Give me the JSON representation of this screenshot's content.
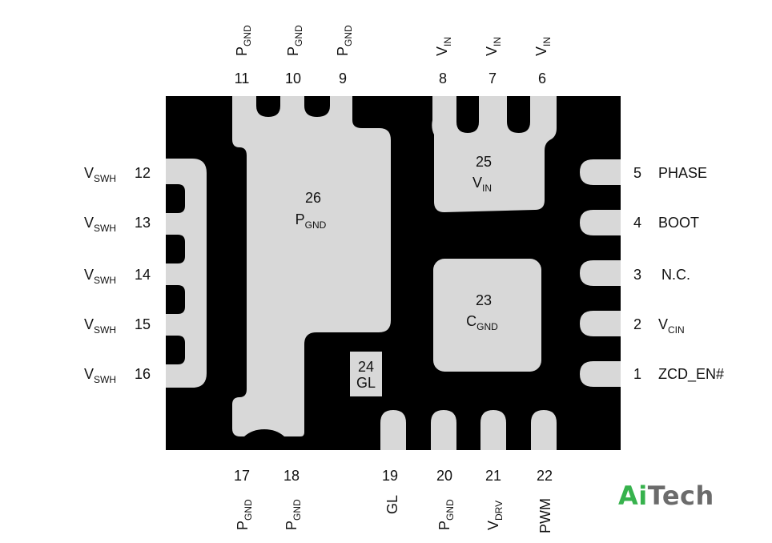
{
  "colors": {
    "body": "#000000",
    "pad": "#d8d8d8",
    "logo_ai": "#37b24d",
    "logo_tech": "#6b6b6b"
  },
  "top_pins": [
    {
      "num": "11",
      "base": "P",
      "sub": "GND"
    },
    {
      "num": "10",
      "base": "P",
      "sub": "GND"
    },
    {
      "num": "9",
      "base": "P",
      "sub": "GND"
    },
    {
      "num": "8",
      "base": "V",
      "sub": "IN"
    },
    {
      "num": "7",
      "base": "V",
      "sub": "IN"
    },
    {
      "num": "6",
      "base": "V",
      "sub": "IN"
    }
  ],
  "bottom_pins": [
    {
      "num": "17",
      "base": "P",
      "sub": "GND"
    },
    {
      "num": "18",
      "base": "P",
      "sub": "GND"
    },
    {
      "num": "19",
      "base": "GL",
      "sub": ""
    },
    {
      "num": "20",
      "base": "P",
      "sub": "GND"
    },
    {
      "num": "21",
      "base": "V",
      "sub": "DRV"
    },
    {
      "num": "22",
      "base": "PWM",
      "sub": ""
    }
  ],
  "left_pins": [
    {
      "num": "12",
      "base": "V",
      "sub": "SWH"
    },
    {
      "num": "13",
      "base": "V",
      "sub": "SWH"
    },
    {
      "num": "14",
      "base": "V",
      "sub": "SWH"
    },
    {
      "num": "15",
      "base": "V",
      "sub": "SWH"
    },
    {
      "num": "16",
      "base": "V",
      "sub": "SWH"
    }
  ],
  "right_pins": [
    {
      "num": "5",
      "base": "PHASE",
      "sub": ""
    },
    {
      "num": "4",
      "base": "BOOT",
      "sub": ""
    },
    {
      "num": "3",
      "base": "N.C.",
      "sub": ""
    },
    {
      "num": "2",
      "base": "V",
      "sub": "CIN"
    },
    {
      "num": "1",
      "base": "ZCD_EN#",
      "sub": ""
    }
  ],
  "pads": {
    "p26": {
      "num": "26",
      "base": "P",
      "sub": "GND"
    },
    "p25": {
      "num": "25",
      "base": "V",
      "sub": "IN"
    },
    "p23": {
      "num": "23",
      "base": "C",
      "sub": "GND"
    },
    "p24": {
      "num": "24",
      "base": "GL",
      "sub": ""
    }
  },
  "logo": {
    "ai": "Ai",
    "tech": "Tech"
  }
}
